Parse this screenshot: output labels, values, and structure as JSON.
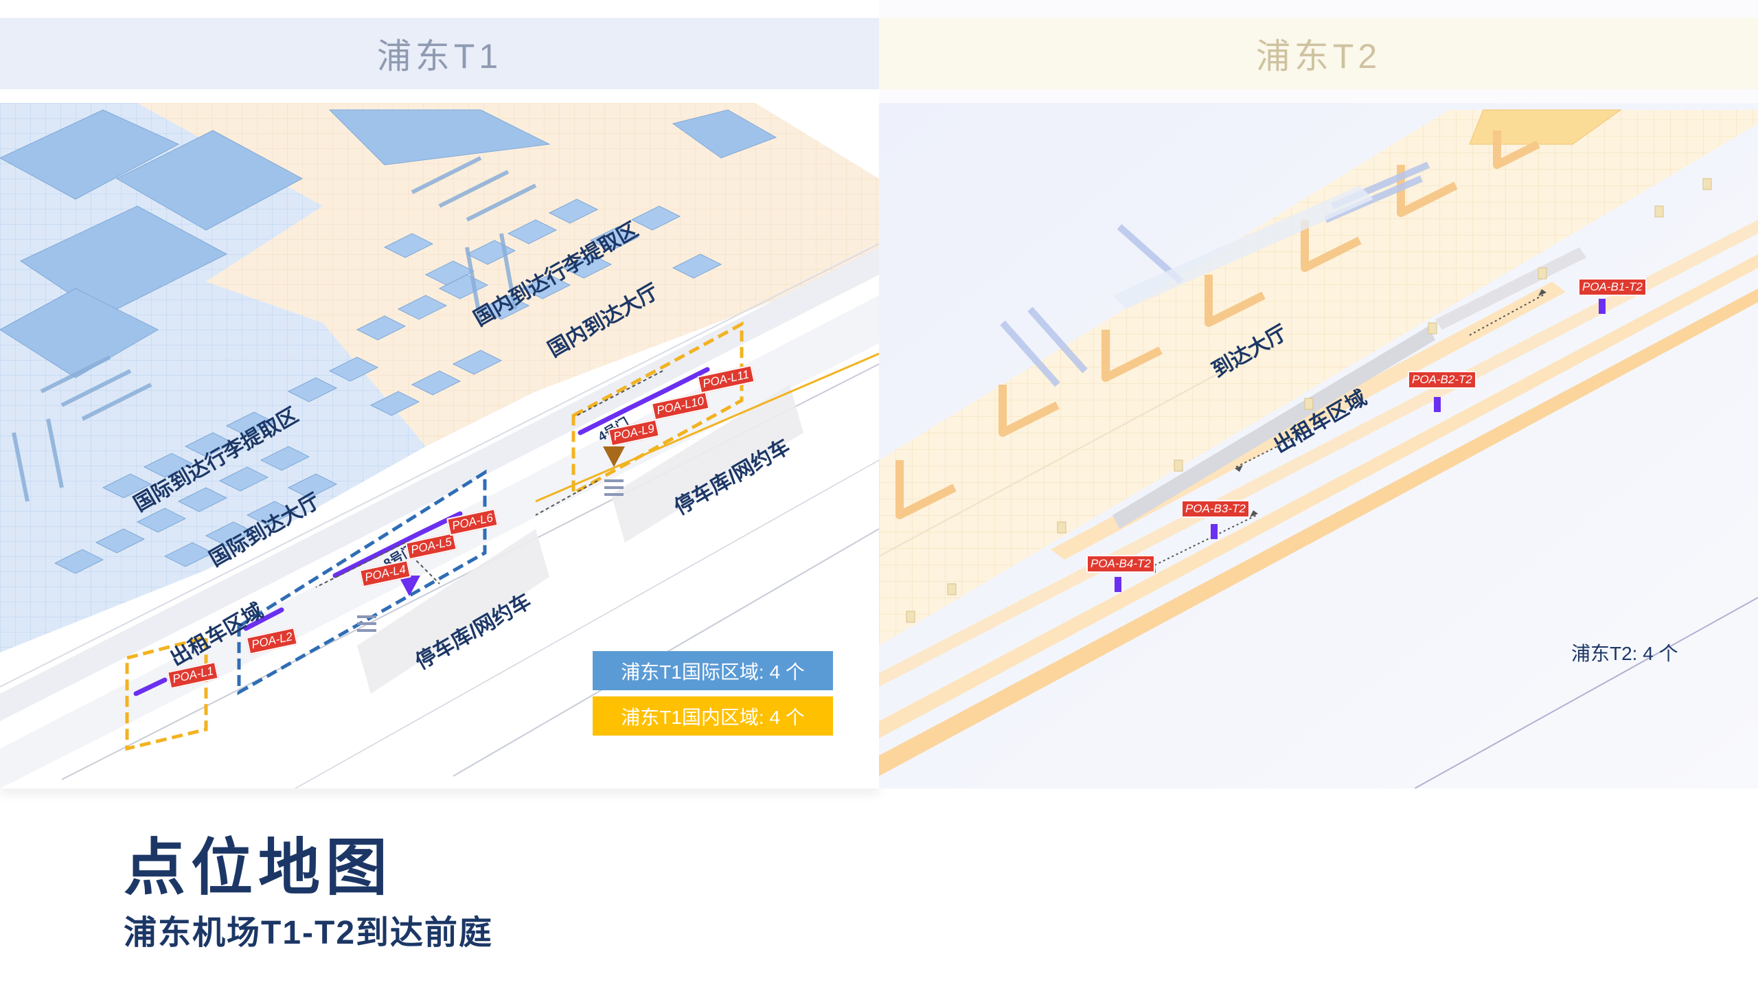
{
  "page": {
    "title": "点位地图",
    "subtitle": "浦东机场T1-T2到达前庭"
  },
  "t1": {
    "header": "浦东T1",
    "areas": {
      "intl_baggage": "国际到达行李提取区",
      "intl_hall": "国际到达大厅",
      "dom_baggage": "国内到达行李提取区",
      "dom_hall": "国内到达大厅",
      "taxi": "出租车区域",
      "parking_a": "停车库/网约车",
      "parking_b": "停车库/网约车",
      "gate_8": "8号门",
      "gate_4": "4号门"
    },
    "points": [
      "POA-L1",
      "POA-L2",
      "POA-L4",
      "POA-L5",
      "POA-L6",
      "POA-L9",
      "POA-L10",
      "POA-L11"
    ],
    "legend": {
      "intl": "浦东T1国际区域: 4 个",
      "dom": "浦东T1国内区域: 4 个"
    },
    "colors": {
      "intl": "#5b9bd5",
      "dom": "#ffc000",
      "point": "#e0392f",
      "bar": "#6b2ff0"
    }
  },
  "t2": {
    "header": "浦东T2",
    "areas": {
      "hall": "到达大厅",
      "taxi": "出租车区域"
    },
    "points": [
      "POA-B1-T2",
      "POA-B2-T2",
      "POA-B3-T2",
      "POA-B4-T2"
    ],
    "count": "浦东T2: 4 个"
  }
}
